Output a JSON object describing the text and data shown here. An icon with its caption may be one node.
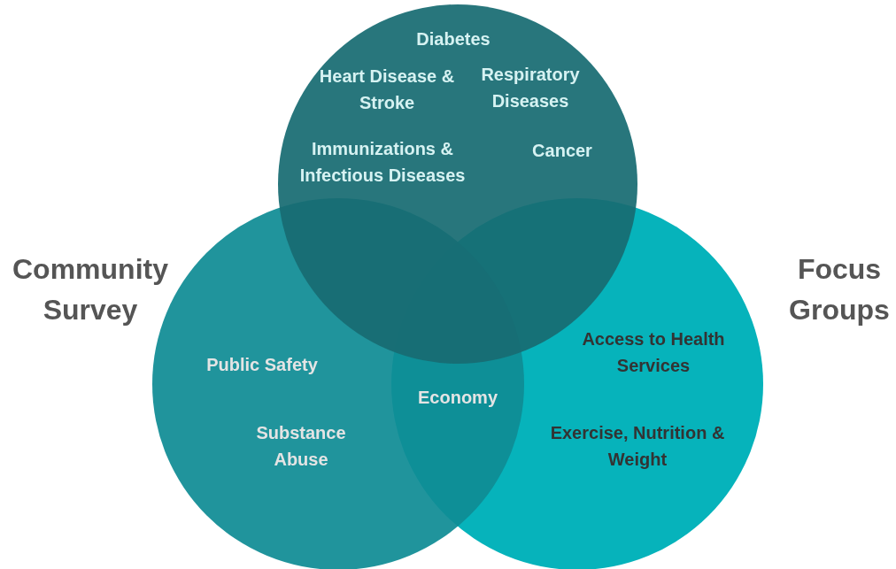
{
  "diagram": {
    "nodes": [
      {
        "text": [
          "Access to Health Services",
          "Exercise, Nutrition & Weight"
        ],
        "beside": [
          "Focus Groups"
        ]
      },
      {
        "text": [
          "Public Safety",
          "Substance Abuse"
        ],
        "beside": [
          "Community Survey"
        ]
      },
      {
        "text": [
          "Diabetes",
          "Heart Disease & Stroke",
          "Respiratory Diseases",
          "Immunizations & Infectious Diseases",
          "Cancer"
        ]
      }
    ],
    "labels": [
      "Economy"
    ]
  }
}
